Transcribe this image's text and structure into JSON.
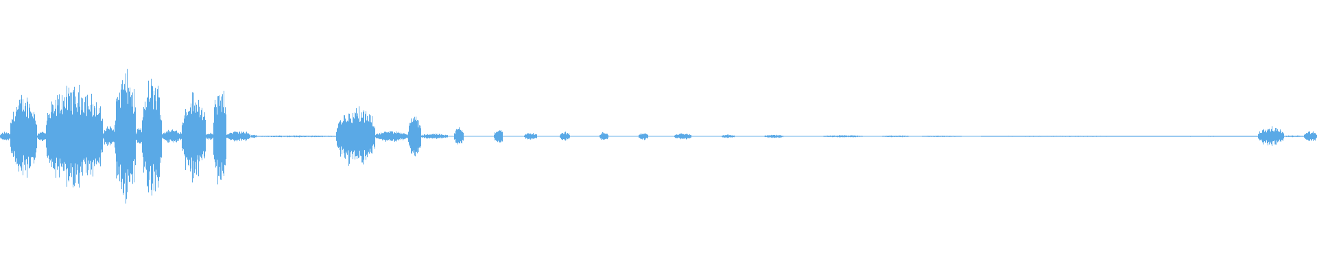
{
  "waveform": {
    "color": "#5aa9e6",
    "segments": [
      {
        "start": 0.0,
        "end": 0.008,
        "amp": 0.05
      },
      {
        "start": 0.008,
        "end": 0.028,
        "amp": 0.45
      },
      {
        "start": 0.028,
        "end": 0.035,
        "amp": 0.06
      },
      {
        "start": 0.035,
        "end": 0.078,
        "amp": 0.55
      },
      {
        "start": 0.078,
        "end": 0.087,
        "amp": 0.12
      },
      {
        "start": 0.087,
        "end": 0.103,
        "amp": 0.72
      },
      {
        "start": 0.103,
        "end": 0.108,
        "amp": 0.1
      },
      {
        "start": 0.108,
        "end": 0.123,
        "amp": 0.65
      },
      {
        "start": 0.123,
        "end": 0.138,
        "amp": 0.08
      },
      {
        "start": 0.138,
        "end": 0.156,
        "amp": 0.48
      },
      {
        "start": 0.156,
        "end": 0.162,
        "amp": 0.04
      },
      {
        "start": 0.162,
        "end": 0.172,
        "amp": 0.58
      },
      {
        "start": 0.172,
        "end": 0.19,
        "amp": 0.06
      },
      {
        "start": 0.19,
        "end": 0.195,
        "amp": 0.02
      },
      {
        "start": 0.195,
        "end": 0.255,
        "amp": 0.01
      },
      {
        "start": 0.255,
        "end": 0.285,
        "amp": 0.32
      },
      {
        "start": 0.285,
        "end": 0.31,
        "amp": 0.06
      },
      {
        "start": 0.31,
        "end": 0.32,
        "amp": 0.24
      },
      {
        "start": 0.32,
        "end": 0.34,
        "amp": 0.03
      },
      {
        "start": 0.345,
        "end": 0.352,
        "amp": 0.1
      },
      {
        "start": 0.375,
        "end": 0.382,
        "amp": 0.09
      },
      {
        "start": 0.398,
        "end": 0.408,
        "amp": 0.04
      },
      {
        "start": 0.425,
        "end": 0.433,
        "amp": 0.05
      },
      {
        "start": 0.455,
        "end": 0.462,
        "amp": 0.05
      },
      {
        "start": 0.485,
        "end": 0.492,
        "amp": 0.04
      },
      {
        "start": 0.512,
        "end": 0.525,
        "amp": 0.035
      },
      {
        "start": 0.548,
        "end": 0.558,
        "amp": 0.02
      },
      {
        "start": 0.58,
        "end": 0.595,
        "amp": 0.018
      },
      {
        "start": 0.625,
        "end": 0.655,
        "amp": 0.012
      },
      {
        "start": 0.67,
        "end": 0.69,
        "amp": 0.01
      },
      {
        "start": 0.7,
        "end": 0.73,
        "amp": 0.008
      },
      {
        "start": 0.745,
        "end": 0.86,
        "amp": 0.006
      },
      {
        "start": 0.86,
        "end": 0.955,
        "amp": 0.005
      },
      {
        "start": 0.955,
        "end": 0.975,
        "amp": 0.1
      },
      {
        "start": 0.975,
        "end": 0.99,
        "amp": 0.01
      },
      {
        "start": 0.99,
        "end": 1.0,
        "amp": 0.06
      }
    ]
  }
}
